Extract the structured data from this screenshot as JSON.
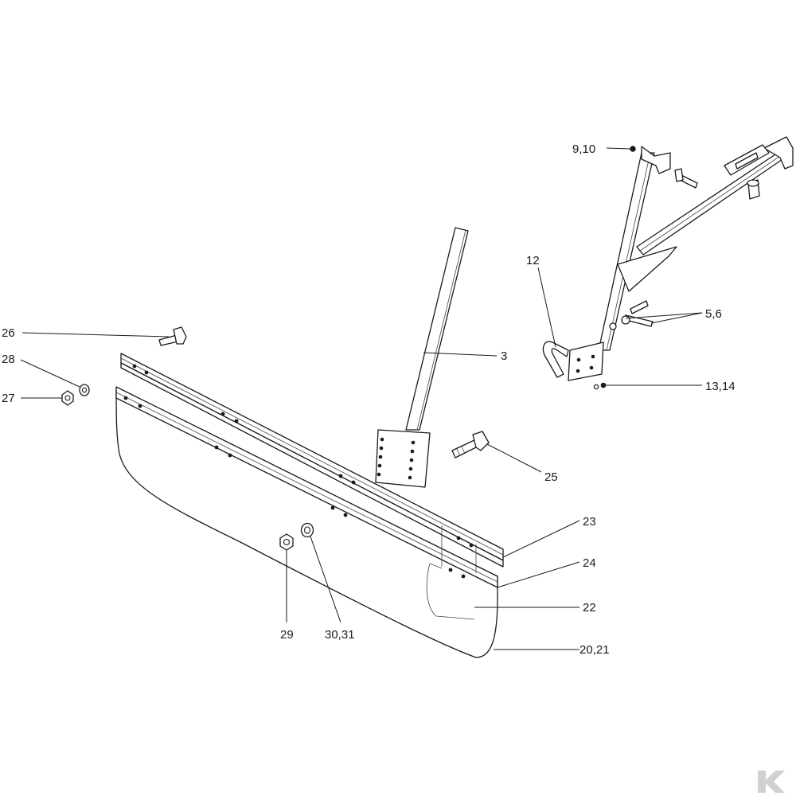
{
  "diagram": {
    "callouts": {
      "c26": "26",
      "c28": "28",
      "c27": "27",
      "c3": "3",
      "c25": "25",
      "c9_10": "9,10",
      "c12": "12",
      "c5_6": "5,6",
      "c13_14": "13,14",
      "c23": "23",
      "c24": "24",
      "c22": "22",
      "c29": "29",
      "c30_31": "30,31",
      "c20_21": "20,21"
    }
  }
}
